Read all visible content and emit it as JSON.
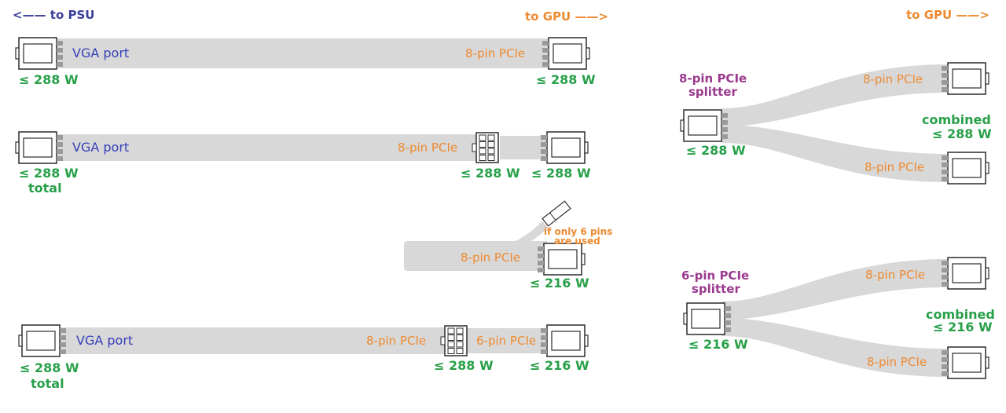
{
  "colors": {
    "cable": "#d8d8d8",
    "cable_edge": "#c9c9c9",
    "connector_stroke": "#2b2b2b",
    "pins": "#9a9a9a",
    "port_text": "#3540b8",
    "pcie_text": "#ee8a30",
    "watt_text": "#28a04a",
    "splitter_text": "#9a3a8e"
  },
  "header": {
    "to_psu": "<—— to PSU",
    "to_gpu_left": "to GPU ——>",
    "to_gpu_right": "to GPU ——>"
  },
  "row1": {
    "vga_label": "VGA port",
    "pcie_label": "8-pin PCIe",
    "psu_watt": "≤ 288 W",
    "gpu_watt": "≤ 288 W"
  },
  "row2": {
    "vga_label": "VGA port",
    "pcie_label": "8-pin PCIe",
    "psu_watt": "≤ 288 W",
    "psu_watt_note": "total",
    "mid_watt": "≤ 288 W",
    "gpu_watt": "≤ 288 W"
  },
  "row3": {
    "pcie_label": "8-pin PCIe",
    "note_line1": "if only 6 pins",
    "note_line2": "are used",
    "gpu_watt": "≤ 216 W"
  },
  "row4": {
    "vga_label": "VGA port",
    "pcie8_label": "8-pin PCIe",
    "pcie6_label": "6-pin PCIe",
    "psu_watt": "≤ 288 W",
    "psu_watt_note": "total",
    "mid_watt": "≤ 288 W",
    "gpu_watt": "≤ 216 W"
  },
  "splitter8": {
    "name_line1": "8-pin PCIe",
    "name_line2": "splitter",
    "in_watt": "≤ 288 W",
    "branch_top": "8-pin PCIe",
    "branch_bottom": "8-pin PCIe",
    "combined_label": "combined",
    "combined_watt": "≤ 288 W"
  },
  "splitter6": {
    "name_line1": "6-pin PCIe",
    "name_line2": "splitter",
    "in_watt": "≤ 216 W",
    "branch_top": "8-pin PCIe",
    "branch_bottom": "8-pin PCIe",
    "combined_label": "combined",
    "combined_watt": "≤ 216 W"
  }
}
